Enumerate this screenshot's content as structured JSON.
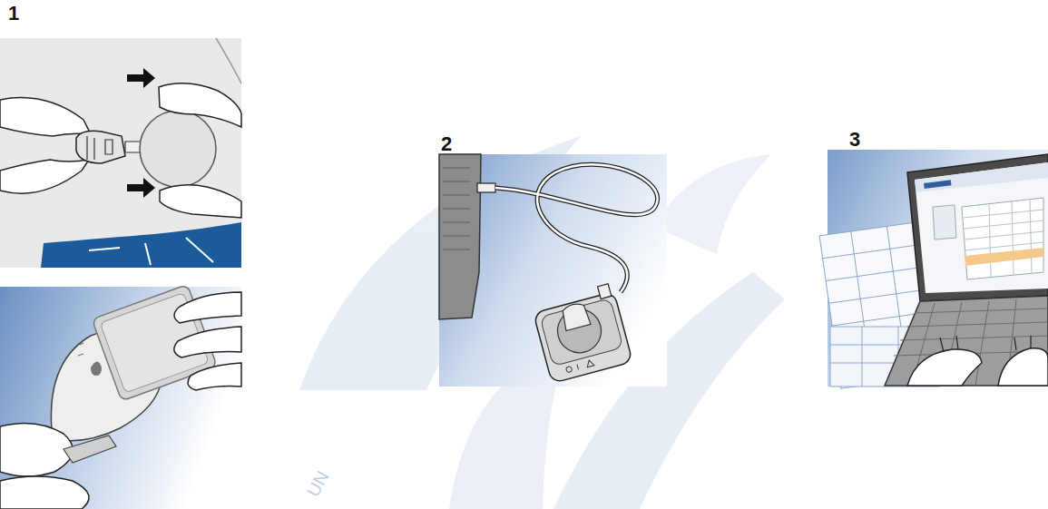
{
  "diagram": {
    "nodes": [
      {
        "text": [
          "1"
        ]
      },
      {
        "text": [
          "2"
        ]
      },
      {
        "text": [
          "3"
        ]
      }
    ],
    "labels": [
      "UN"
    ]
  }
}
